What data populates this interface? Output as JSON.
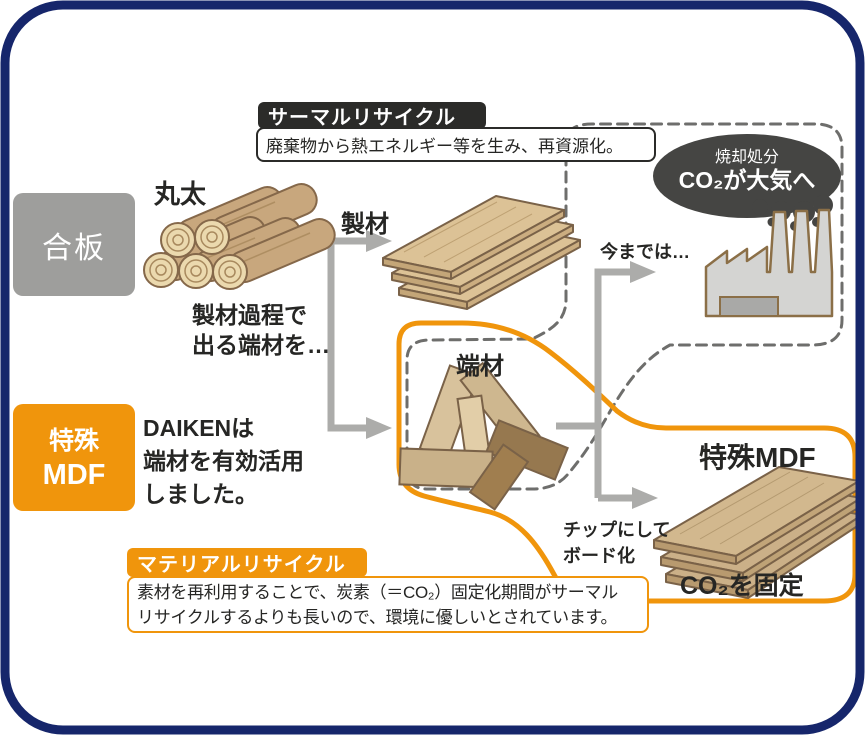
{
  "diagram": {
    "thermal": {
      "title": "サーマルリサイクル",
      "desc": "廃棄物から熱エネルギー等を生み、再資源化。"
    },
    "material": {
      "title": "マテリアルリサイクル",
      "desc_line1": "素材を再利用することで、炭素（＝CO₂）固定化期間がサーマル",
      "desc_line2": "リサイクルするよりも長いので、環境に優しいとされています。"
    },
    "labels": {
      "plywood": "合板",
      "log": "丸太",
      "sawing": "製材",
      "until_now": "今までは…",
      "offcut": "端材",
      "mdf_product": "特殊MDF",
      "co2_fixed": "CO₂を固定"
    },
    "process_note": {
      "line1": "製材過程で",
      "line2": "出る端材を…"
    },
    "chip_note": {
      "line1": "チップにして",
      "line2": "ボード化"
    },
    "cloud": {
      "line1": "焼却処分",
      "line2": "CO₂が大気へ"
    },
    "mdf_badge": {
      "line1": "特殊",
      "line2": "MDF"
    },
    "daiken_note": {
      "line1": "DAIKENは",
      "line2": "端材を有効活用",
      "line3": "しました。"
    },
    "colors": {
      "accent_orange": "#F0950C",
      "frame_blue": "#16266B",
      "box_gray": "#9E9E9C",
      "dark": "#2B2B29",
      "smoke_gray": "#454543"
    }
  }
}
